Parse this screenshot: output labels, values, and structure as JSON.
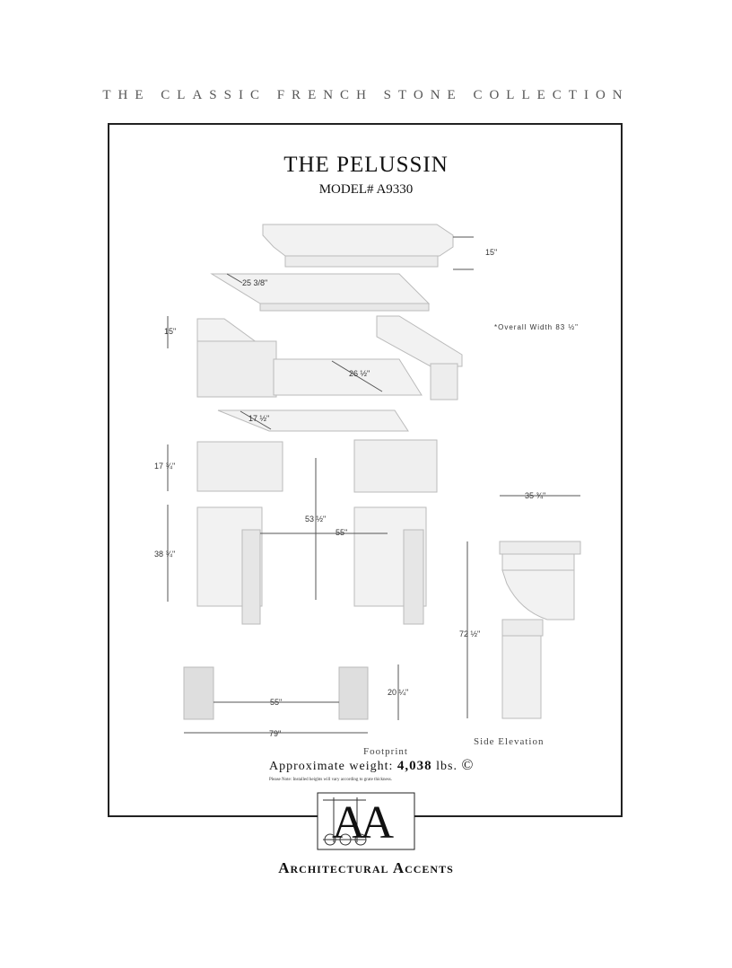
{
  "header": {
    "collection": "THE CLASSIC FRENCH STONE COLLECTION"
  },
  "product": {
    "name": "THE  PELUSSIN",
    "model": "MODEL# A9330"
  },
  "dimensions": {
    "top_cap_height": "15\"",
    "shelf_depth": "25 3/8\"",
    "cornice_height": "15\"",
    "overall_width_note": "*Overall Width 83 ½\"",
    "firebox_depth": "26 ½\"",
    "lintel_depth": "17 ½\"",
    "frieze_height": "17 ¾\"",
    "opening_height": "53 ½\"",
    "opening_width": "55\"",
    "jamb_height": "38 ¾\"",
    "side_width": "35 ¾\"",
    "side_height": "72 ½\"",
    "footprint_inner": "55\"",
    "footprint_depth": "20 ¼\"",
    "footprint_outer": "79\""
  },
  "captions": {
    "footprint": "Footprint",
    "side_elevation": "Side Elevation"
  },
  "weight": {
    "label": "Approximate weight:",
    "value": "4,038",
    "unit": "lbs.",
    "symbol": "©"
  },
  "note": "Please Note: Installed heights will vary according to grate thickness.",
  "brand": {
    "name": "Architectural Accents",
    "logo_letters": "AA"
  }
}
